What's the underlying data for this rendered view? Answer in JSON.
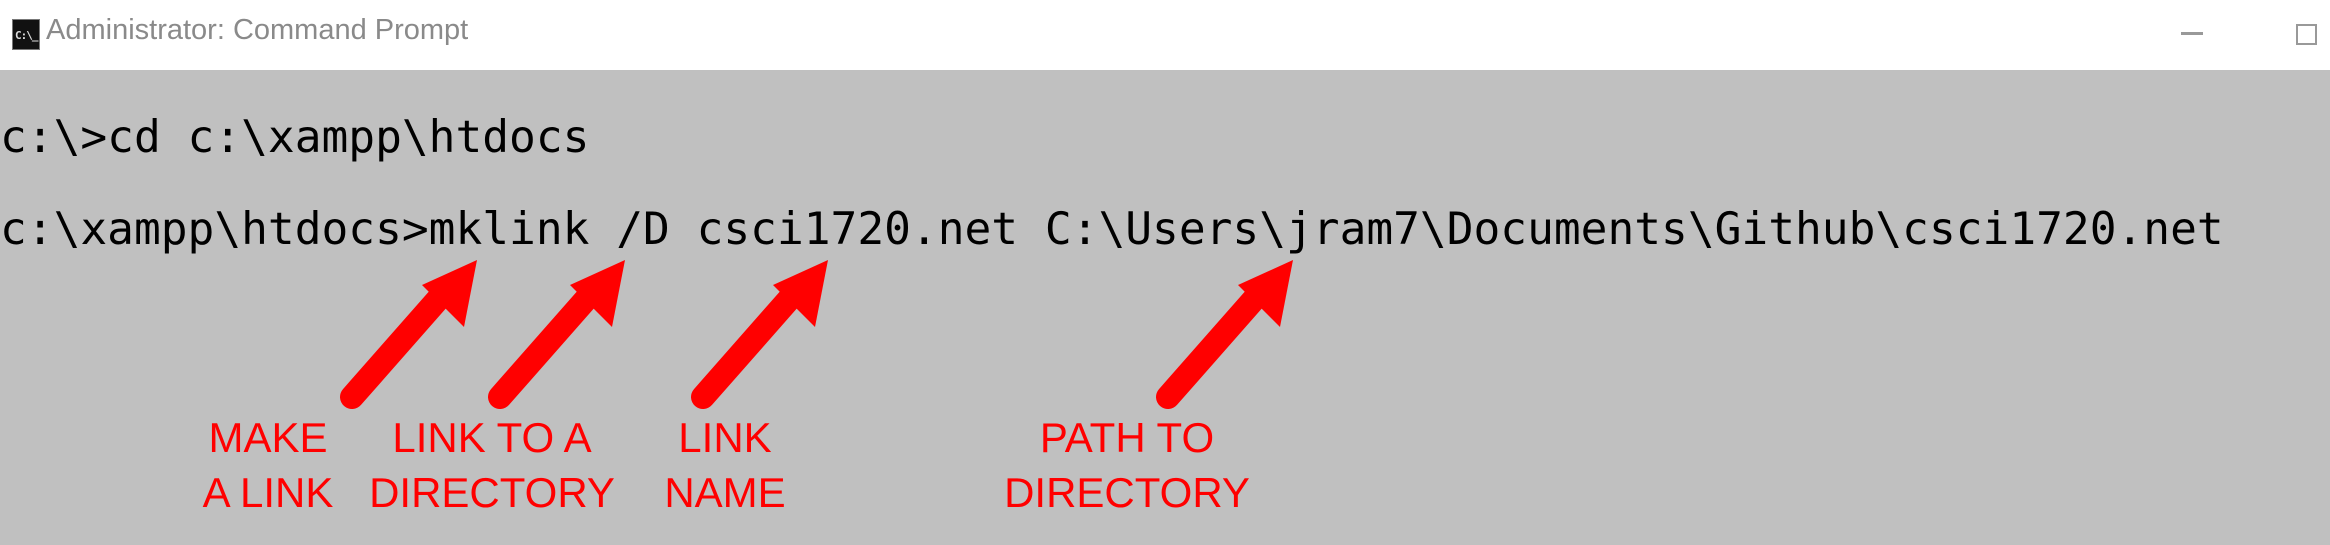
{
  "window": {
    "title": "Administrator: Command Prompt",
    "icon": "cmd-icon",
    "icon_text": "C:\\_"
  },
  "console": {
    "lines": [
      "c:\\>cd c:\\xampp\\htdocs",
      "c:\\xampp\\htdocs>mklink /D csci1720.net C:\\Users\\jram7\\Documents\\Github\\csci1720.net"
    ],
    "background": "#c0c0c0"
  },
  "annotations": [
    {
      "line1": "MAKE",
      "line2": "A LINK"
    },
    {
      "line1": "LINK TO A",
      "line2": "DIRECTORY"
    },
    {
      "line1": "LINK",
      "line2": "NAME"
    },
    {
      "line1": "PATH TO",
      "line2": "DIRECTORY"
    }
  ],
  "annotation_color": "#ff0000"
}
